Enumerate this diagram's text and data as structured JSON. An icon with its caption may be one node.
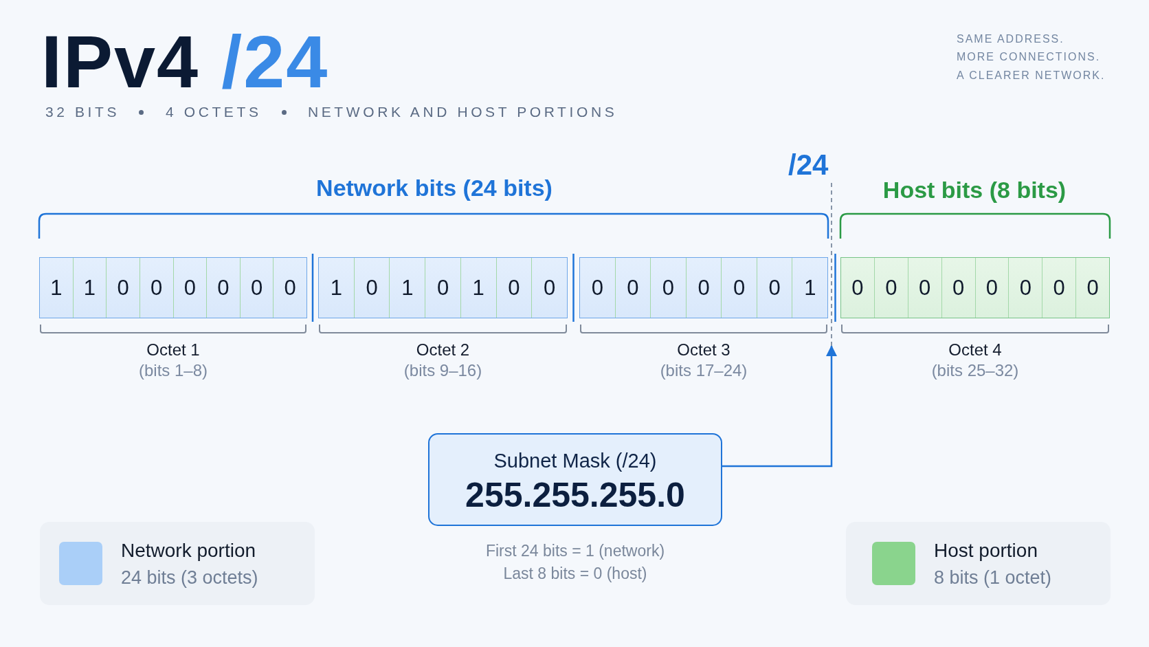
{
  "diagram": {
    "title": "IPv4 /24",
    "nodes": [
      {
        "text": [],
        "shape": "box",
        "beside": [
          "Octet 1",
          "(bits 1–8)"
        ]
      },
      {
        "text": [
          "1"
        ],
        "in": 0
      },
      {
        "text": [
          "1"
        ],
        "in": 0
      },
      {
        "text": [
          "0"
        ],
        "in": 0
      },
      {
        "text": [
          "0"
        ],
        "in": 0
      },
      {
        "text": [
          "0"
        ],
        "in": 0
      },
      {
        "text": [
          "0"
        ],
        "in": 0
      },
      {
        "text": [
          "0"
        ],
        "in": 0
      },
      {
        "text": [
          "0"
        ],
        "in": 0
      },
      {
        "text": [],
        "shape": "box",
        "beside": [
          "Octet 2",
          "(bits 9–16)"
        ]
      },
      {
        "text": [
          "1"
        ],
        "in": 9
      },
      {
        "text": [
          "0"
        ],
        "in": 9
      },
      {
        "text": [
          "1"
        ],
        "in": 9
      },
      {
        "text": [
          "0"
        ],
        "in": 9
      },
      {
        "text": [
          "1"
        ],
        "in": 9
      },
      {
        "text": [
          "0"
        ],
        "in": 9
      },
      {
        "text": [
          "0"
        ],
        "in": 9
      },
      {
        "text": [],
        "shape": "box",
        "beside": [
          "Octet 3",
          "(bits 17–24)"
        ]
      },
      {
        "text": [
          "0"
        ],
        "in": 17
      },
      {
        "text": [
          "0"
        ],
        "in": 17
      },
      {
        "text": [
          "0"
        ],
        "in": 17
      },
      {
        "text": [
          "0"
        ],
        "in": 17
      },
      {
        "text": [
          "0"
        ],
        "in": 17
      },
      {
        "text": [
          "0"
        ],
        "in": 17
      },
      {
        "text": [
          "1"
        ],
        "in": 17
      },
      {
        "text": [],
        "shape": "box",
        "beside": [
          "Octet 4",
          "(bits 25–32)"
        ]
      },
      {
        "text": [
          "0"
        ],
        "in": 25
      },
      {
        "text": [
          "0"
        ],
        "in": 25
      },
      {
        "text": [
          "0"
        ],
        "in": 25
      },
      {
        "text": [
          "0"
        ],
        "in": 25
      },
      {
        "text": [
          "0"
        ],
        "in": 25
      },
      {
        "text": [
          "0"
        ],
        "in": 25
      },
      {
        "text": [
          "0"
        ],
        "in": 25
      },
      {
        "text": [
          "0"
        ],
        "in": 25
      },
      {
        "text": [],
        "shape": "line"
      },
      {
        "text": [
          "Subnet Mask (/24)",
          "255.255.255.0"
        ],
        "beside": [
          "First 24 bits = 1 (network)",
          "Last 8 bits = 0 (host)"
        ]
      }
    ],
    "edges": [
      {
        "from": 35,
        "to": 34,
        "arrow": "to"
      }
    ],
    "labels": [
      "32 BITS",
      "4 OCTETS",
      "NETWORK AND HOST PORTIONS",
      "SAME ADDRESS.",
      "MORE CONNECTIONS.",
      "A CLEARER NETWORK.",
      "/24",
      "Network bits (24 bits)",
      "Host bits (8 bits)",
      "24 bits (3 octets)",
      "8 bits (1 octet)"
    ],
    "legend": [
      {
        "text": "Network portion",
        "color": "#aacff8"
      },
      {
        "text": "Host portion",
        "color": "#8ad48d"
      }
    ]
  }
}
